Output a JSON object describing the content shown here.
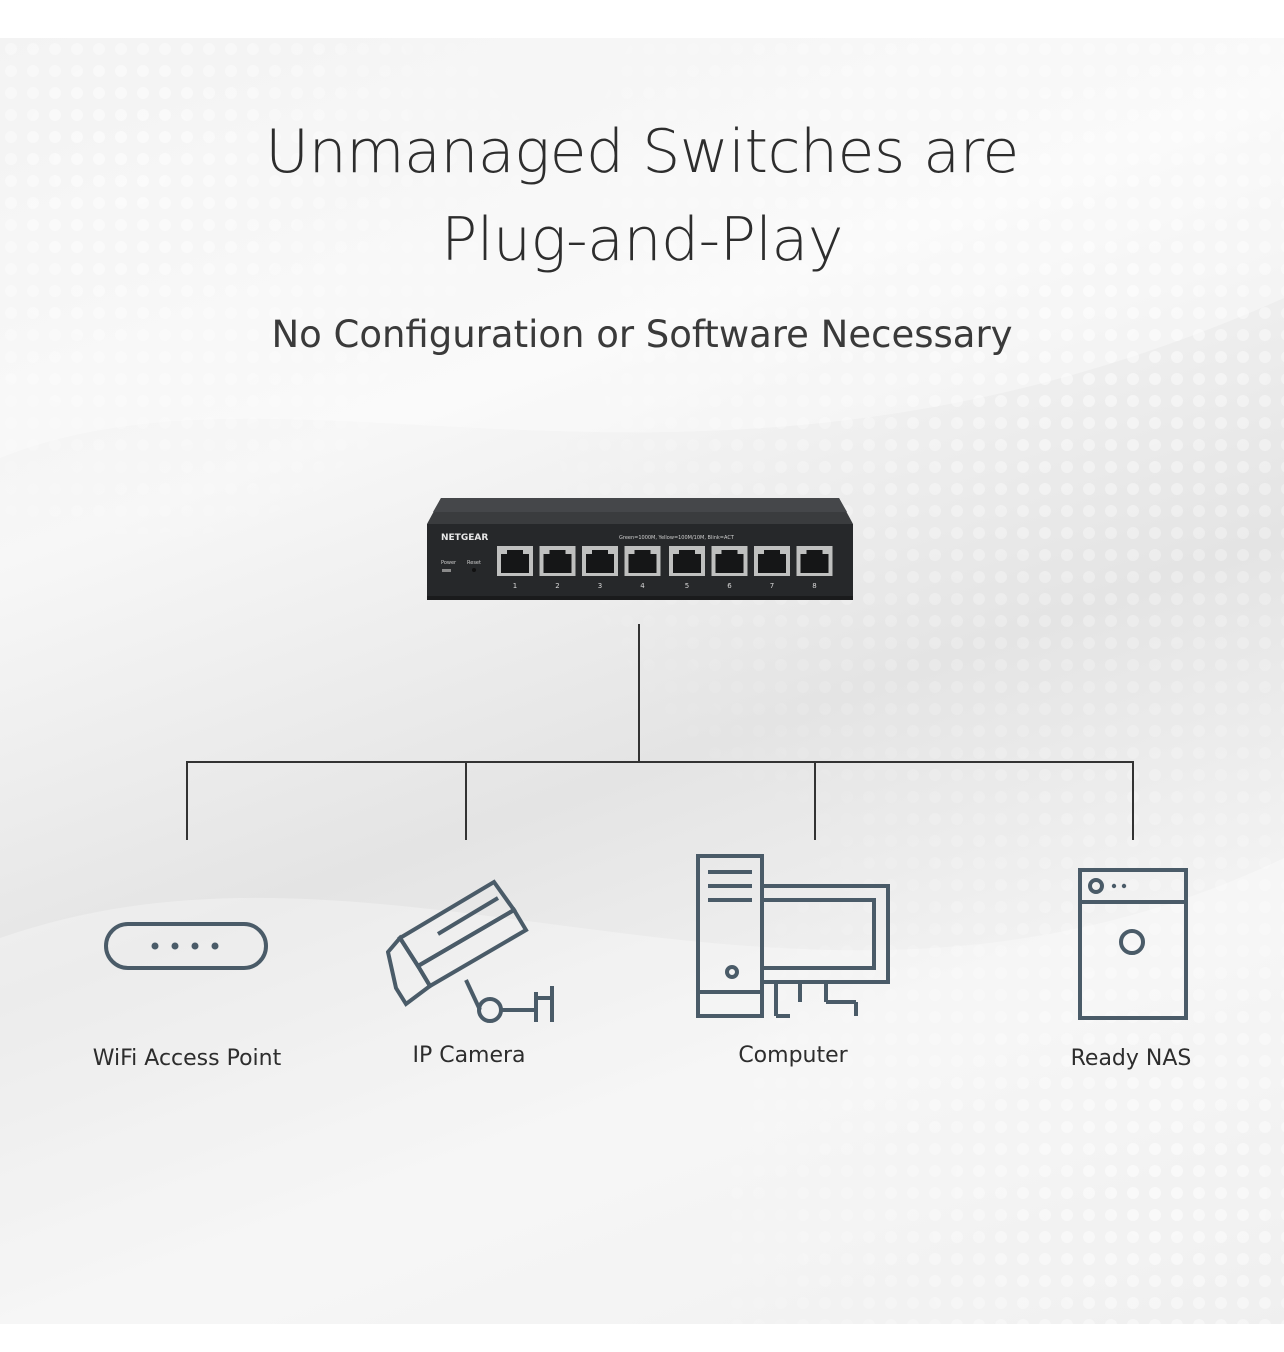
{
  "title": {
    "line1": "Unmanaged Switches are",
    "line2": "Plug-and-Play"
  },
  "subtitle": "No Configuration or Software Necessary",
  "switch": {
    "brand": "NETGEAR",
    "led_legend": "Green=1000M, Yellow=100M/10M, Blink=ACT",
    "power_label": "Power",
    "reset_label": "Reset",
    "ports": [
      "1",
      "2",
      "3",
      "4",
      "5",
      "6",
      "7",
      "8"
    ]
  },
  "devices": [
    {
      "label": "WiFi Access Point",
      "icon": "wifi-access-point-icon"
    },
    {
      "label": "IP Camera",
      "icon": "ip-camera-icon"
    },
    {
      "label": "Computer",
      "icon": "computer-icon"
    },
    {
      "label": "Ready NAS",
      "icon": "nas-icon"
    }
  ],
  "colors": {
    "icon_stroke": "#4a5b68",
    "line": "#333333",
    "switch_body": "#2b2d2f"
  }
}
